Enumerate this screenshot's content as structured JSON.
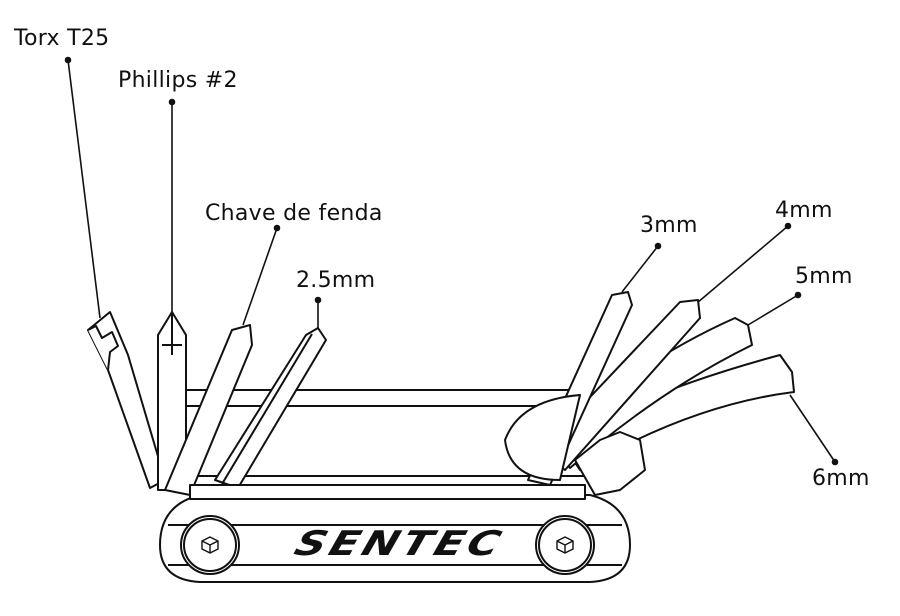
{
  "labels": {
    "torx": "Torx T25",
    "phillips": "Phillips #2",
    "flat": "Chave de fenda",
    "hex25": "2.5mm",
    "hex3": "3mm",
    "hex4": "4mm",
    "hex5": "5mm",
    "hex6": "6mm"
  },
  "brand": "SENTEC",
  "colors": {
    "line": "#111111",
    "background": "#ffffff"
  }
}
